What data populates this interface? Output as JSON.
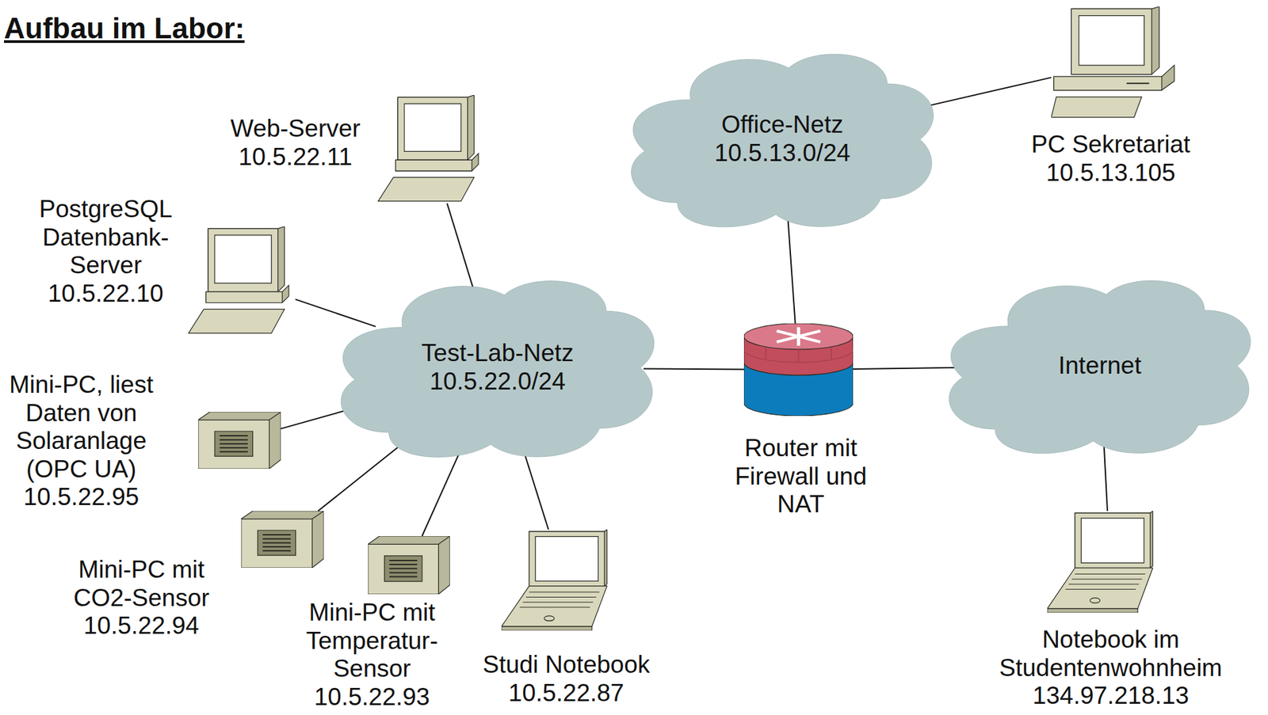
{
  "diagram": {
    "title": "Aufbau im Labor:",
    "nodes": [
      {
        "text": [
          "Test-Lab-Netz",
          "10.5.22.0/24"
        ]
      },
      {
        "text": [
          "Office-Netz",
          "10.5.13.0/24"
        ]
      },
      {
        "text": [
          "Internet"
        ]
      },
      {
        "text": [
          "Router mit Firewall und NAT"
        ]
      },
      {
        "text": [
          "PC Sekretariat",
          "10.5.13.105"
        ]
      },
      {
        "text": [
          "Web-Server",
          "10.5.22.11"
        ]
      },
      {
        "text": [
          "PostgreSQL Datenbank-Server",
          "10.5.22.10"
        ]
      },
      {
        "text": [
          "Mini-PC, liest Daten von Solaranlage (OPC UA)",
          "10.5.22.95"
        ]
      },
      {
        "text": [
          "Mini-PC mit CO2-Sensor",
          "10.5.22.94"
        ]
      },
      {
        "text": [
          "Mini-PC mit Temperatur-Sensor",
          "10.5.22.93"
        ]
      },
      {
        "text": [
          "Studi Notebook",
          "10.5.22.87"
        ]
      },
      {
        "text": [
          "Notebook im Studentenwohnheim",
          "134.97.218.13"
        ]
      }
    ],
    "edges": [
      {
        "from": 5,
        "to": 0,
        "arrow": "none"
      },
      {
        "from": 6,
        "to": 0,
        "arrow": "none"
      },
      {
        "from": 7,
        "to": 0,
        "arrow": "none"
      },
      {
        "from": 8,
        "to": 0,
        "arrow": "none"
      },
      {
        "from": 9,
        "to": 0,
        "arrow": "none"
      },
      {
        "from": 10,
        "to": 0,
        "arrow": "none"
      },
      {
        "from": 0,
        "to": 3,
        "arrow": "none"
      },
      {
        "from": 1,
        "to": 3,
        "arrow": "none"
      },
      {
        "from": 3,
        "to": 2,
        "arrow": "none"
      },
      {
        "from": 4,
        "to": 1,
        "arrow": "none"
      },
      {
        "from": 11,
        "to": 2,
        "arrow": "none"
      }
    ]
  }
}
